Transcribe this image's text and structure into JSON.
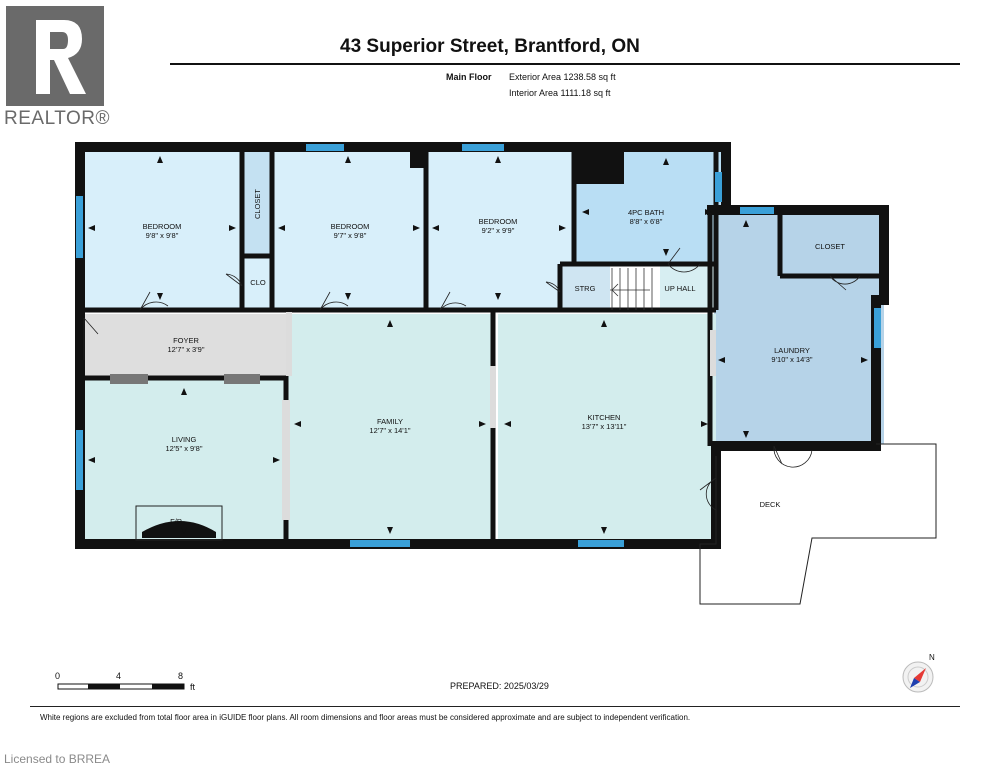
{
  "header": {
    "logo_text": "REALTOR®",
    "title": "43 Superior Street, Brantford, ON",
    "floor_name": "Main Floor",
    "exterior_area": "Exterior Area 1238.58 sq ft",
    "interior_area": "Interior Area 1111.18 sq ft"
  },
  "rooms": {
    "bedroom1": {
      "name": "BEDROOM",
      "dims": "9'8\" x 9'8\""
    },
    "bedroom2": {
      "name": "BEDROOM",
      "dims": "9'7\" x 9'8\""
    },
    "bedroom3": {
      "name": "BEDROOM",
      "dims": "9'2\" x 9'9\""
    },
    "bath": {
      "name": "4PC BATH",
      "dims": "8'8\" x 6'8\""
    },
    "closet_vertical": {
      "name": "CLOSET"
    },
    "clo": {
      "name": "CLO"
    },
    "strg": {
      "name": "STRG"
    },
    "up_hall": {
      "name": "UP HALL"
    },
    "closet": {
      "name": "CLOSET"
    },
    "laundry": {
      "name": "LAUNDRY",
      "dims": "9'10\" x 14'3\""
    },
    "foyer": {
      "name": "FOYER",
      "dims": "12'7\" x 3'9\""
    },
    "family": {
      "name": "FAMILY",
      "dims": "12'7\" x 14'1\""
    },
    "kitchen": {
      "name": "KITCHEN",
      "dims": "13'7\" x 13'11\""
    },
    "living": {
      "name": "LIVING",
      "dims": "12'5\" x 9'8\""
    },
    "fireplace": {
      "name": "F/P"
    },
    "deck": {
      "name": "DECK"
    }
  },
  "scale": {
    "ticks": [
      "0",
      "4",
      "8"
    ],
    "unit": "ft"
  },
  "compass": {
    "label": "N"
  },
  "footer": {
    "prepared": "PREPARED: 2025/03/29",
    "disclaimer": "White regions are excluded from total floor area in iGUIDE floor plans. All room dimensions and floor areas must be considered approximate and are subject to independent verification.",
    "licensed": "Licensed to BRREA"
  },
  "colors": {
    "wall": "#111111",
    "bedroom": "#d8effa",
    "bath": "#b9def4",
    "laundry": "#b6d3e8",
    "foyer": "#dedede",
    "living": "#d3eded",
    "window": "#3aa0d8"
  }
}
